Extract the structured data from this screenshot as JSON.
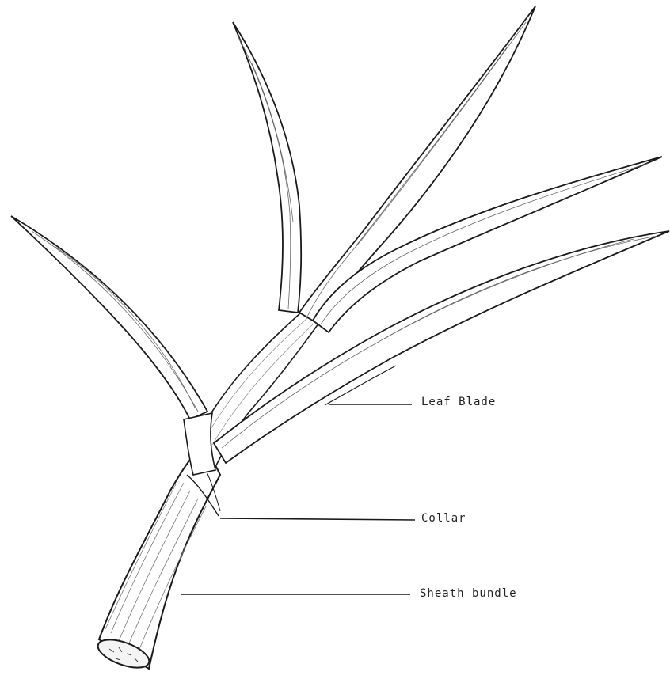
{
  "labels": {
    "leaf_blade": "Leaf Blade",
    "collar": "Collar",
    "sheath_bundle": "Sheath bundle"
  },
  "colors": {
    "ink": "#1a1a1a",
    "hatch": "#555555",
    "paper": "#ffffff"
  }
}
